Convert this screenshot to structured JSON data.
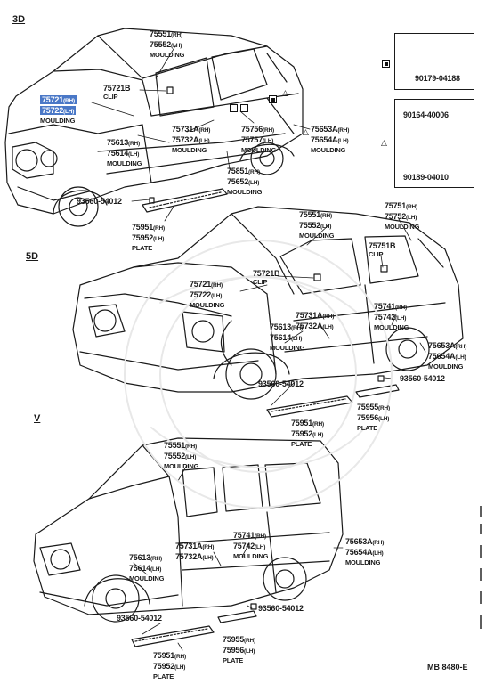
{
  "sections": {
    "s3d": "3D",
    "s5d": "5D",
    "sv": "V"
  },
  "labels": {
    "a_75551": "75551",
    "a_75552": "75552",
    "a_mould": "MOULDING",
    "a_75721b": "75721B",
    "a_clip": "CLIP",
    "a_75721": "75721",
    "a_75722": "75722",
    "a_mould2": "MOULDING",
    "a_75731a": "75731A",
    "a_75732a": "75732A",
    "a_mould3": "MOULDING",
    "a_75756": "75756",
    "a_75757": "75757",
    "a_mould4": "MOULDING",
    "a_75653a": "75653A",
    "a_75654a": "75654A",
    "a_mould5": "MOULDING",
    "a_75613": "75613",
    "a_75614": "75614",
    "a_mould6": "MOULDING",
    "a_75851": "75851",
    "a_75652": "75652",
    "a_mould7": "MOULDING",
    "a_93560": "93560-54012",
    "a_75951": "75951",
    "a_75952": "75952",
    "a_plate": "PLATE",
    "b_75551": "75551",
    "b_75552": "75552",
    "b_mould": "MOULDING",
    "b_75751": "75751",
    "b_75752": "75752",
    "b_mould2": "MOULDING",
    "b_75751b": "75751B",
    "b_clip": "CLIP",
    "b_75721b": "75721B",
    "b_clip2": "CLIP",
    "b_75721": "75721",
    "b_75722": "75722",
    "b_mould3": "MOULDING",
    "b_75741": "75741",
    "b_75742": "75742",
    "b_mould4": "MOULDING",
    "b_75731a": "75731A",
    "b_75732a": "75732A",
    "b_75613": "75613",
    "b_75614": "75614",
    "b_mould5": "MOULDING",
    "b_75653a": "75653A",
    "b_75654a": "75654A",
    "b_mould6": "MOULDING",
    "b_93560a": "93560-54012",
    "b_93560b": "93560-54012",
    "b_75951": "75951",
    "b_75952": "75952",
    "b_plate": "PLATE",
    "b_75955": "75955",
    "b_75956": "75956",
    "b_plate2": "PLATE",
    "c_75551": "75551",
    "c_75552": "75552",
    "c_mould": "MOULDING",
    "c_75741": "75741",
    "c_75742": "75742",
    "c_mould2": "MOULDING",
    "c_75731a": "75731A",
    "c_75732a": "75732A",
    "c_75613": "75613",
    "c_75614": "75614",
    "c_mould3": "MOULDING",
    "c_75653a": "75653A",
    "c_75654a": "75654A",
    "c_mould4": "MOULDING",
    "c_93560a": "93560-54012",
    "c_93560b": "93560-54012",
    "c_75955": "75955",
    "c_75956": "75956",
    "c_plate": "PLATE",
    "c_75951": "75951",
    "c_75952": "75952",
    "c_plate2": "PLATE",
    "d_90179": "90179-04188",
    "d_90164": "90164-40006",
    "d_90189": "90189-04010"
  },
  "sides": {
    "rh": "(RH)",
    "lh": "(LH)"
  },
  "footer": "MB  8480-E"
}
